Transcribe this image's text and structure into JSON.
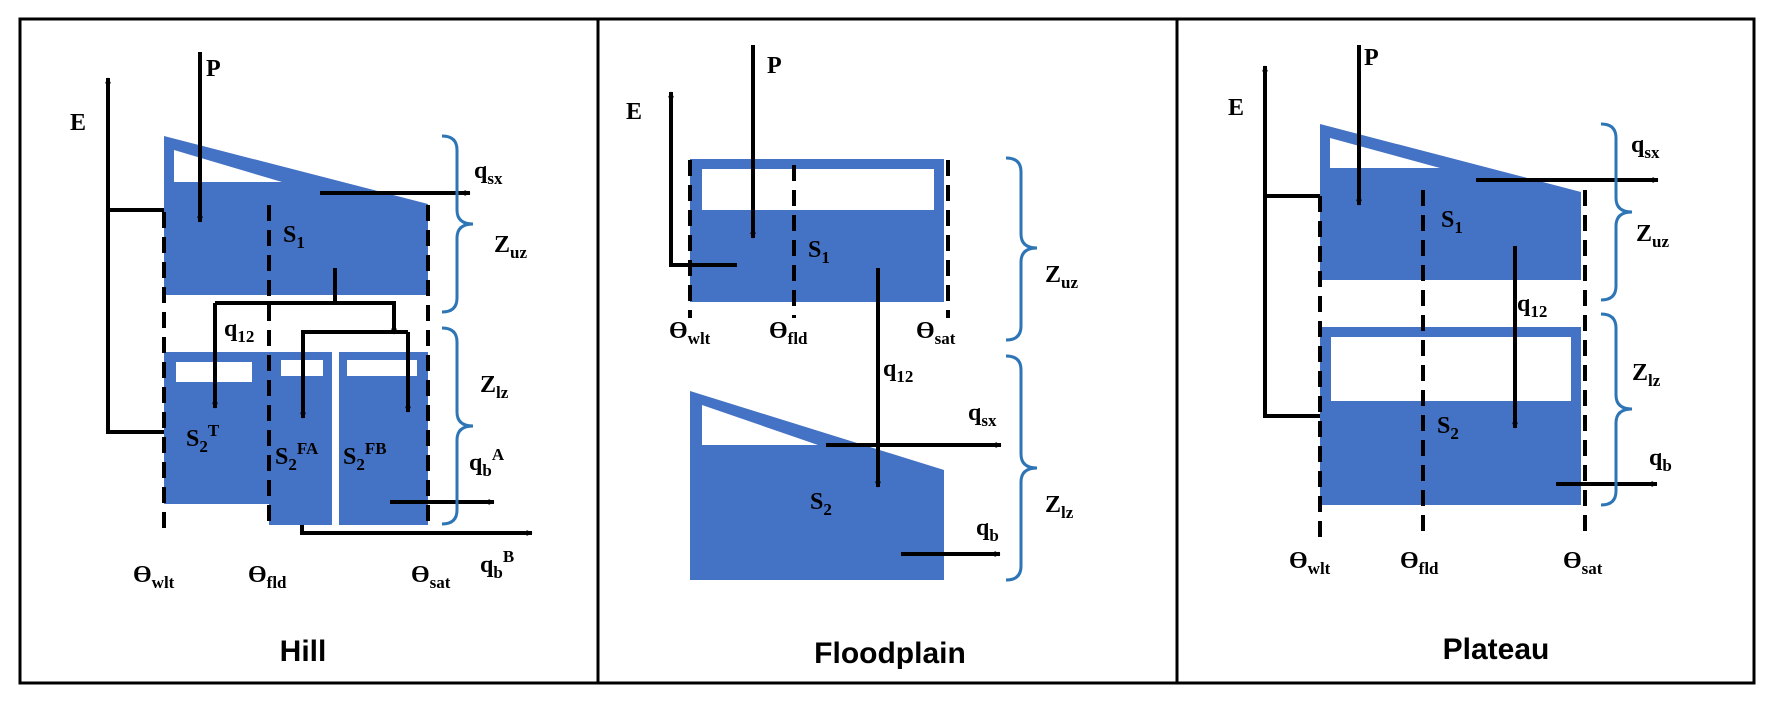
{
  "colors": {
    "store": "#4472C4",
    "brace": "#2E75B6",
    "line": "#000000",
    "frame": "#000000"
  },
  "panels": [
    {
      "caption": "Hill",
      "P": "P",
      "E": "E",
      "S1": "S",
      "S1_sub": "1",
      "S2T": "S",
      "S2T_sub": "2",
      "S2T_sup": "T",
      "S2FA": "S",
      "S2FA_sub": "2",
      "S2FA_sup": "FA",
      "S2FB": "S",
      "S2FB_sub": "2",
      "S2FB_sup": "FB",
      "qsx": "q",
      "qsx_sub": "sx",
      "q12": "q",
      "q12_sub": "12",
      "qbA": "q",
      "qbA_sub": "b",
      "qbA_sup": "A",
      "qbB": "q",
      "qbB_sub": "b",
      "qbB_sup": "B",
      "Zuz": "Z",
      "Zuz_sub": "uz",
      "Zlz": "Z",
      "Zlz_sub": "lz",
      "twlt": "Ө",
      "twlt_sub": "wlt",
      "tfld": "Ө",
      "tfld_sub": "fld",
      "tsat": "Ө",
      "tsat_sub": "sat"
    },
    {
      "caption": "Floodplain",
      "P": "P",
      "E": "E",
      "S1": "S",
      "S1_sub": "1",
      "S2": "S",
      "S2_sub": "2",
      "qsx": "q",
      "qsx_sub": "sx",
      "q12": "q",
      "q12_sub": "12",
      "qb": "q",
      "qb_sub": "b",
      "Zuz": "Z",
      "Zuz_sub": "uz",
      "Zlz": "Z",
      "Zlz_sub": "lz",
      "twlt": "Ө",
      "twlt_sub": "wlt",
      "tfld": "Ө",
      "tfld_sub": "fld",
      "tsat": "Ө",
      "tsat_sub": "sat"
    },
    {
      "caption": "Plateau",
      "P": "P",
      "E": "E",
      "S1": "S",
      "S1_sub": "1",
      "S2": "S",
      "S2_sub": "2",
      "qsx": "q",
      "qsx_sub": "sx",
      "q12": "q",
      "q12_sub": "12",
      "qb": "q",
      "qb_sub": "b",
      "Zuz": "Z",
      "Zuz_sub": "uz",
      "Zlz": "Z",
      "Zlz_sub": "lz",
      "twlt": "Ө",
      "twlt_sub": "wlt",
      "tfld": "Ө",
      "tfld_sub": "fld",
      "tsat": "Ө",
      "tsat_sub": "sat"
    }
  ]
}
